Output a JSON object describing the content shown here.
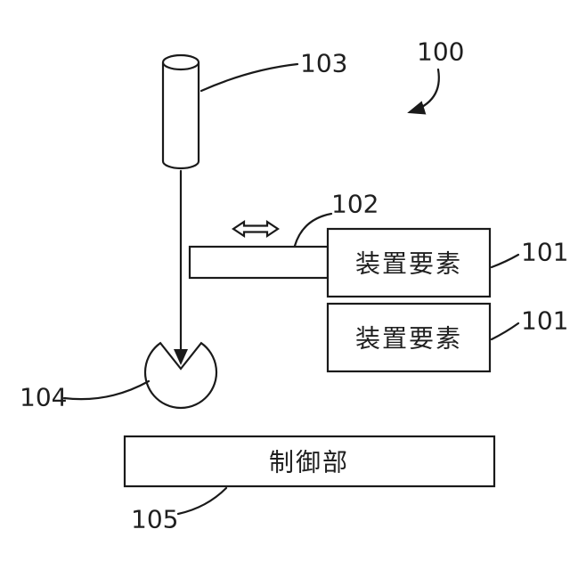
{
  "figure": {
    "background": "#ffffff",
    "stroke_color": "#1a1a1a",
    "text_color": "#1f1f1f",
    "labels": {
      "ref_100": "100",
      "ref_101a": "101",
      "ref_101b": "101",
      "ref_102": "102",
      "ref_103": "103",
      "ref_104": "104",
      "ref_105": "105"
    },
    "boxes": {
      "device_element_1": "装置要素",
      "device_element_2": "装置要素",
      "control_unit": "制御部"
    }
  }
}
